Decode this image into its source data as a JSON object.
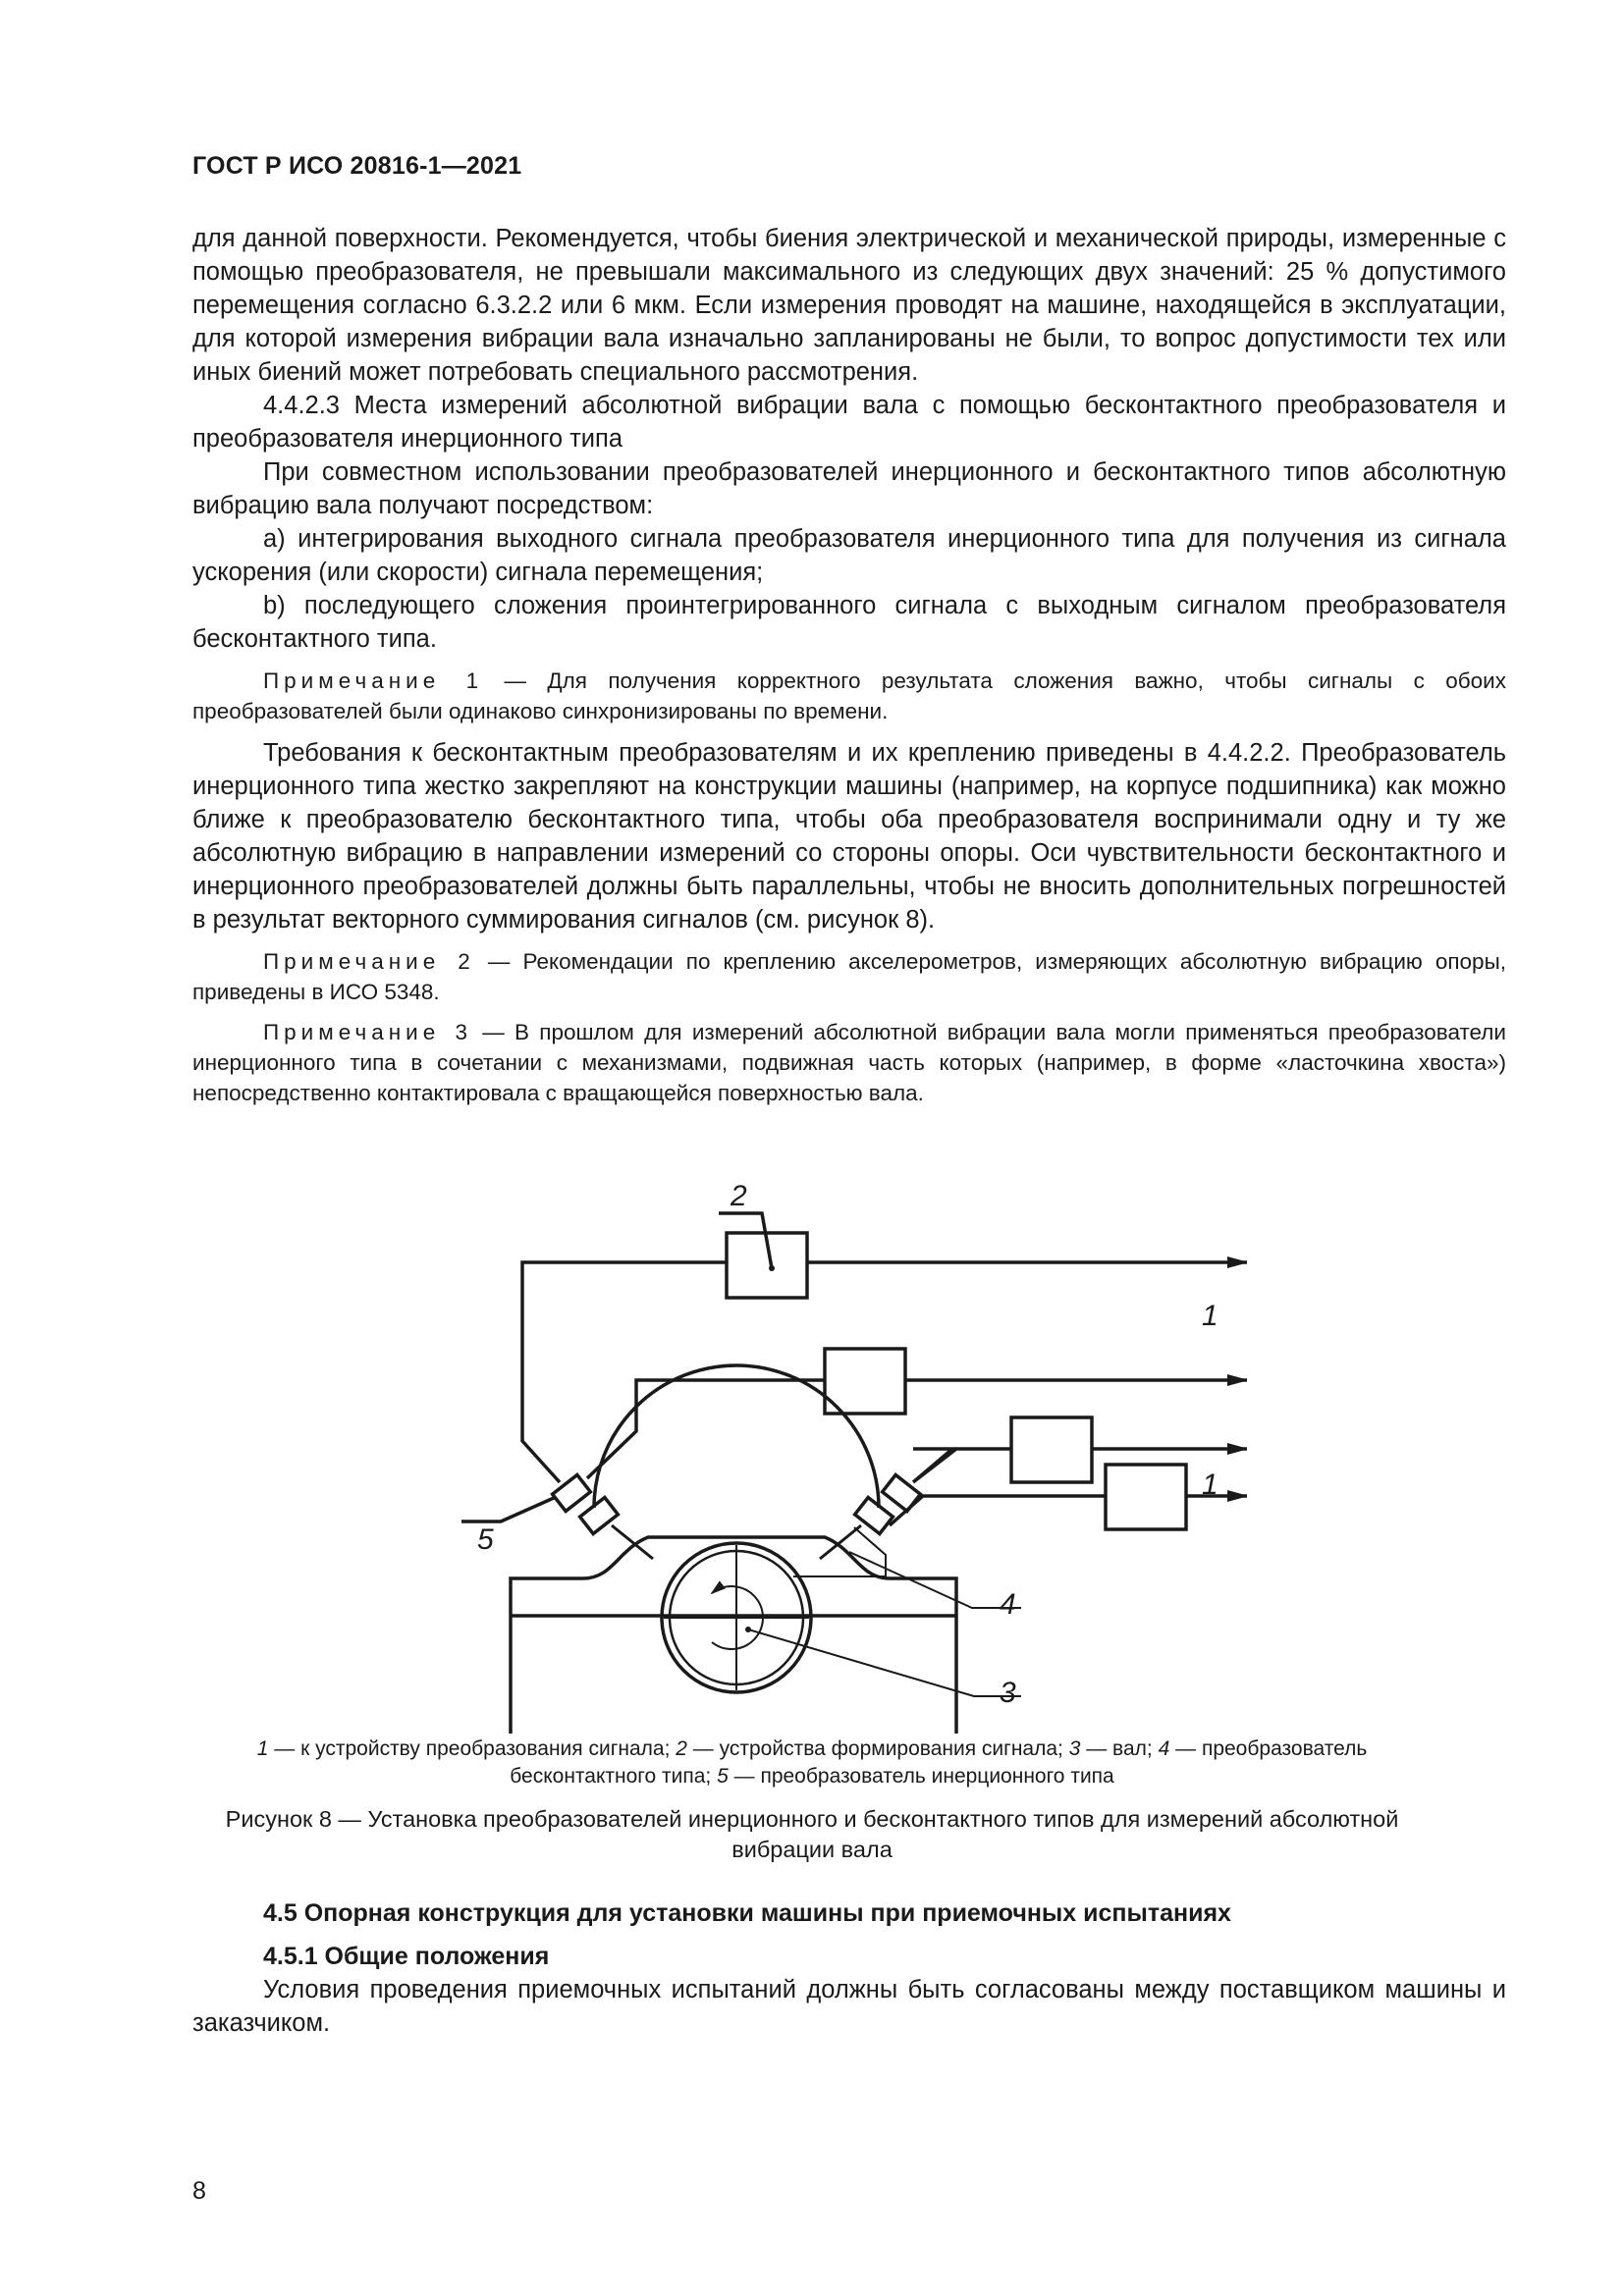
{
  "header": {
    "title": "ГОСТ Р ИСО 20816-1—2021"
  },
  "paragraphs": [
    "для данной поверхности. Рекомендуется, чтобы биения электрической и механической природы, измеренные с помощью преобразователя, не превышали максимального из следующих двух значений: 25 % допустимого перемещения согласно 6.3.2.2 или 6 мкм. Если измерения проводят на машине, находящейся в эксплуатации, для которой измерения вибрации вала изначально запланированы не были, то вопрос допустимости тех или иных биений может потребовать специального рассмотрения.",
    "4.4.2.3  Места измерений абсолютной вибрации вала с помощью бесконтактного преобразователя и преобразователя инерционного типа",
    "При совместном использовании преобразователей инерционного и бесконтактного типов абсолютную вибрацию вала получают посредством:",
    "a)  интегрирования выходного сигнала преобразователя инерционного типа для получения из сигнала ускорения (или скорости) сигнала перемещения;",
    "b)  последующего сложения проинтегрированного сигнала с выходным сигналом преобразователя бесконтактного типа.",
    "Требования к бесконтактным преобразователям и их креплению приведены в 4.4.2.2. Преобразователь инерционного типа жестко закрепляют на конструкции машины (например, на корпусе подшипника) как можно ближе к преобразователю бесконтактного типа, чтобы оба преобразователя воспринимали одну и ту же абсолютную вибрацию в направлении измерений со стороны опоры. Оси чувствительности бесконтактного и инерционного преобразователей должны быть параллельны, чтобы не вносить дополнительных погрешностей в результат векторного суммирования сигналов (см. рисунок 8)."
  ],
  "notes": [
    {
      "label": "Примечание 1",
      "text": " — Для получения корректного результата сложения важно, чтобы сигналы с обоих преобразователей были одинаково синхронизированы по времени."
    },
    {
      "label": "Примечание 2",
      "text": " — Рекомендации по креплению акселерометров, измеряющих абсолютную вибрацию опоры, приведены в ИСО 5348."
    },
    {
      "label": "Примечание 3",
      "text": " — В прошлом для измерений абсолютной вибрации вала могли применяться преобразователи инерционного типа в сочетании с механизмами, подвижная часть которых (например, в форме «ласточкина хвоста») непосредственно контактировала с вращающейся поверхностью вала."
    }
  ],
  "figure": {
    "labels": [
      "2",
      "1",
      "1",
      "5",
      "4",
      "3"
    ],
    "legend": [
      {
        "num": "1",
        "text": " — к устройству преобразования сигнала; "
      },
      {
        "num": "2",
        "text": " — устройства формирования сигнала; "
      },
      {
        "num": "3",
        "text": " — вал; "
      },
      {
        "num": "4",
        "text": " — преобразователь бесконтактного типа; "
      },
      {
        "num": "5",
        "text": " — преобразователь инерционного типа"
      }
    ],
    "caption": "Рисунок 8 — Установка преобразователей инерционного и бесконтактного типов для измерений абсолютной вибрации вала"
  },
  "section": {
    "heading": "4.5  Опорная конструкция для установки машины при приемочных испытаниях",
    "subheading": "4.5.1  Общие положения",
    "text": "Условия проведения приемочных испытаний должны быть согласованы между поставщиком машины и заказчиком."
  },
  "page_number": "8"
}
